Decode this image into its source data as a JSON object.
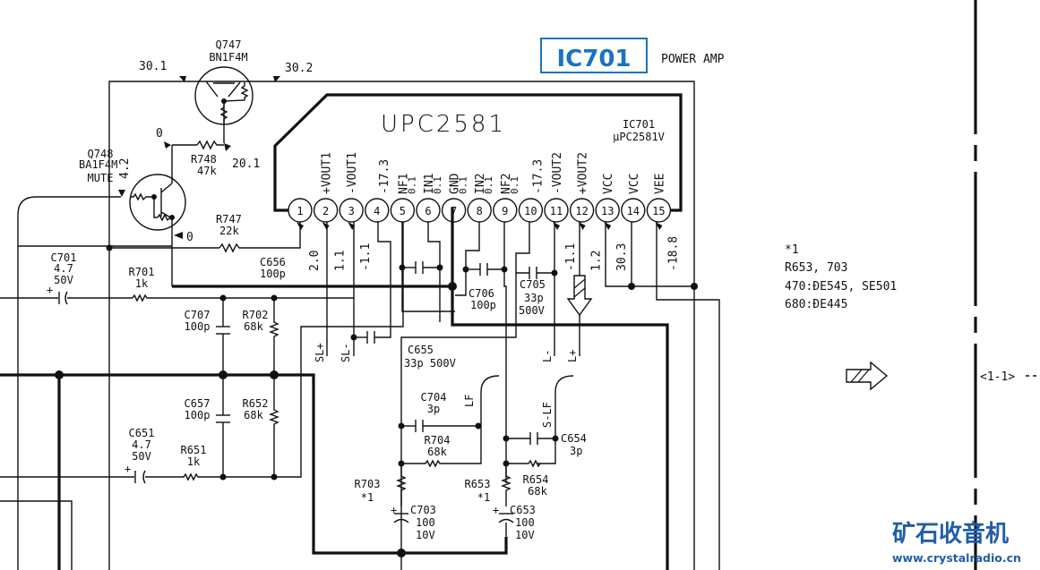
{
  "title_box": {
    "label": "IC701",
    "subtitle": "POWER AMP",
    "accent_color": "#1a73c0"
  },
  "ic": {
    "part": "UPC2581",
    "ref_line1": "IC701",
    "ref_line2": "µPC2581V",
    "pins": [
      {
        "num": "1",
        "name": ""
      },
      {
        "num": "2",
        "name": "+VOUT1"
      },
      {
        "num": "3",
        "name": "-VOUT1"
      },
      {
        "num": "4",
        "name": ""
      },
      {
        "num": "5",
        "name": "NF1"
      },
      {
        "num": "6",
        "name": "IN1"
      },
      {
        "num": "7",
        "name": "GND"
      },
      {
        "num": "8",
        "name": "IN2"
      },
      {
        "num": "9",
        "name": "NF2"
      },
      {
        "num": "10",
        "name": ""
      },
      {
        "num": "11",
        "name": "-VOUT2"
      },
      {
        "num": "12",
        "name": "+VOUT2"
      },
      {
        "num": "13",
        "name": "VCC"
      },
      {
        "num": "14",
        "name": "VCC"
      },
      {
        "num": "15",
        "name": "VEE"
      }
    ],
    "pin_voltages_top": {
      "p4": "-17.3",
      "p5": "0.1",
      "p6": "0.1",
      "p7": "0.1",
      "p8": "0.1",
      "p9": "0.1",
      "p10": "-17.3"
    },
    "pin_voltages_bottom": {
      "p1": "2.0",
      "p2": "1.1",
      "p3": "-1.1",
      "p11": "-1.1",
      "p12": "1.2",
      "p13": "30.3",
      "p15": "-18.8"
    }
  },
  "transistors": {
    "q747": {
      "ref": "Q747",
      "type": "BN1F4M",
      "v_left": "30.1",
      "v_right": "30.2",
      "v_base": "20.1"
    },
    "q748": {
      "ref": "Q748",
      "type": "BA1F4M",
      "role": "MUTE",
      "v_base": "4.2",
      "v_collector": "0",
      "v_emitter": "0"
    }
  },
  "components": {
    "r748": {
      "ref": "R748",
      "value": "47k"
    },
    "r747": {
      "ref": "R747",
      "value": "22k"
    },
    "c656": {
      "ref": "C656",
      "value": "100p"
    },
    "c701": {
      "ref": "C701",
      "value": "4.7",
      "voltage": "50V"
    },
    "r701": {
      "ref": "R701",
      "value": "1k"
    },
    "c707": {
      "ref": "C707",
      "value": "100p"
    },
    "r702": {
      "ref": "R702",
      "value": "68k"
    },
    "c657": {
      "ref": "C657",
      "value": "100p"
    },
    "r652": {
      "ref": "R652",
      "value": "68k"
    },
    "c651": {
      "ref": "C651",
      "value": "4.7",
      "voltage": "50V"
    },
    "r651": {
      "ref": "R651",
      "value": "1k"
    },
    "c706": {
      "ref": "C706",
      "value": "100p"
    },
    "c705": {
      "ref": "C705",
      "value": "33p",
      "voltage": "500V"
    },
    "c655": {
      "ref": "C655",
      "value": "33p 500V"
    },
    "c704": {
      "ref": "C704",
      "value": "3p"
    },
    "r704": {
      "ref": "R704",
      "value": "68k"
    },
    "r703": {
      "ref": "R703",
      "value": "*1"
    },
    "c703": {
      "ref": "C703",
      "value": "100",
      "voltage": "10V"
    },
    "r653": {
      "ref": "R653",
      "value": "*1"
    },
    "c653": {
      "ref": "C653",
      "value": "100",
      "voltage": "10V"
    },
    "c654": {
      "ref": "C654",
      "value": "3p"
    },
    "r654": {
      "ref": "R654",
      "value": "68k"
    }
  },
  "nets": {
    "sl_plus": "SL+",
    "sl_minus": "SL-",
    "l_minus": "L-",
    "l_plus": "L+",
    "lf": "LF",
    "s_lf": "S-LF"
  },
  "note": {
    "line1": "*1",
    "line2": "R653, 703",
    "line3": "470:ĐE545, SE501",
    "line4": "680:ĐE445"
  },
  "connector": {
    "label": "<1-1>"
  },
  "watermark": {
    "cn": "矿石收音机",
    "url": "www.crystalradio.cn",
    "color": "#1f5ea8"
  }
}
